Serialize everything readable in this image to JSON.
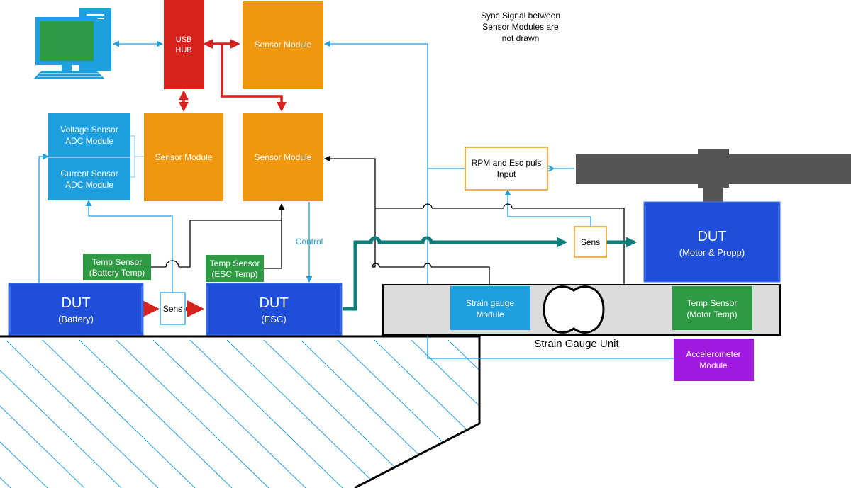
{
  "colors": {
    "orange": "#F0970F",
    "light_blue": "#1E9FE0",
    "dark_blue": "#1F4FD8",
    "red": "#D7221D",
    "green": "#2E9A43",
    "purple": "#A21AE0",
    "teal": "#0E7E7C",
    "gray": "#555555",
    "strain_bg": "#DCDCDC"
  },
  "icons": [
    "computer-icon",
    "coupling-icon"
  ],
  "note": [
    "Sync Signal between",
    "Sensor Modules are",
    "not drawn"
  ],
  "usb_hub": [
    "USB",
    "HUB"
  ],
  "sensor_module_label": "Sensor Module",
  "voltage_sensor": [
    "Voltage Sensor",
    "ADC Module"
  ],
  "current_sensor": [
    "Current Sensor",
    "ADC Module"
  ],
  "temp_battery": [
    "Temp Sensor",
    "(Battery Temp)"
  ],
  "temp_esc": [
    "Temp Sensor",
    "(ESC Temp)"
  ],
  "temp_motor": [
    "Temp Sensor",
    "(Motor Temp)"
  ],
  "control_label": "Control",
  "rpm_input": [
    "RPM and Esc puls",
    "Input"
  ],
  "sens_label": "Sens",
  "dut_label": "DUT",
  "dut_battery": "(Battery)",
  "dut_esc": "(ESC)",
  "dut_motor": "(Motor & Propp)",
  "strain_module": [
    "Strain gauge",
    "Module"
  ],
  "strain_unit": "Strain Gauge Unit",
  "accelerometer": [
    "Accelerometer",
    "Module"
  ]
}
